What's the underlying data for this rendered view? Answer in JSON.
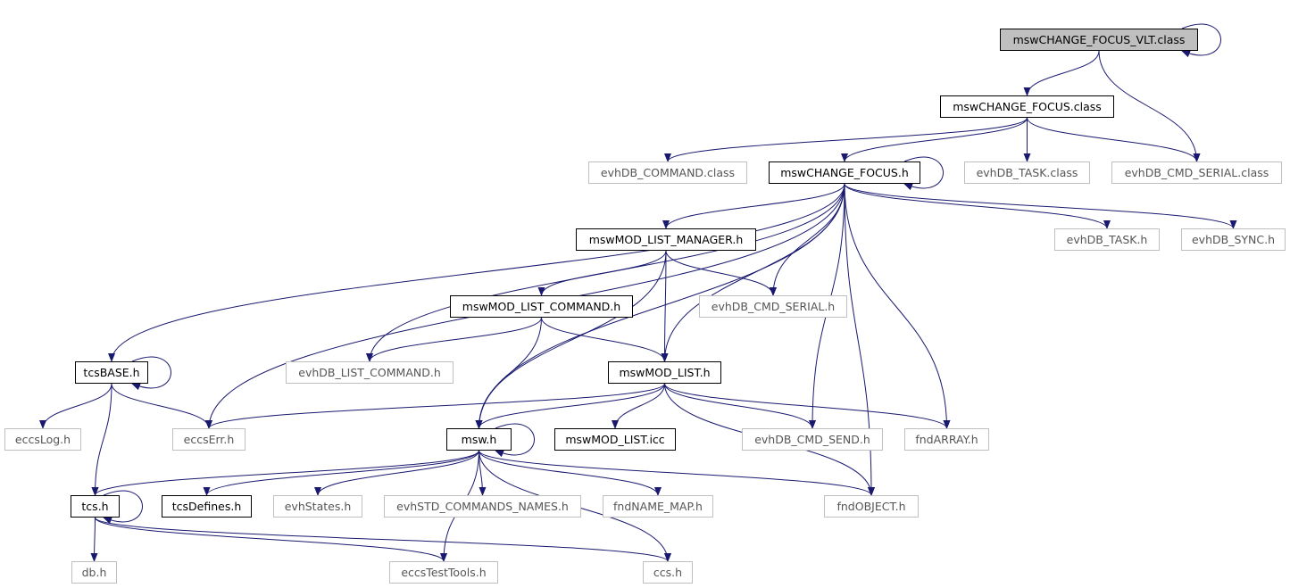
{
  "colors": {
    "edge": "#191970",
    "node_border": "#000000",
    "external_border": "#bfbfbf",
    "root_fill": "#bfbfbf"
  },
  "nodes": {
    "root": "mswCHANGE_FOCUS_VLT.class",
    "focus_class": "mswCHANGE_FOCUS.class",
    "evhdb_command_class": "evhDB_COMMAND.class",
    "focus_h": "mswCHANGE_FOCUS.h",
    "evhdb_task_class": "evhDB_TASK.class",
    "evhdb_cmd_serial_class": "evhDB_CMD_SERIAL.class",
    "list_manager_h": "mswMOD_LIST_MANAGER.h",
    "evhdb_task_h": "evhDB_TASK.h",
    "evhdb_sync_h": "evhDB_SYNC.h",
    "list_command_h": "mswMOD_LIST_COMMAND.h",
    "evhdb_cmd_serial_h": "evhDB_CMD_SERIAL.h",
    "tcsbase_h": "tcsBASE.h",
    "evhdb_list_command_h": "evhDB_LIST_COMMAND.h",
    "mod_list_h": "mswMOD_LIST.h",
    "eccslog_h": "eccsLog.h",
    "eccserr_h": "eccsErr.h",
    "msw_h": "msw.h",
    "mod_list_icc": "mswMOD_LIST.icc",
    "evhdb_cmd_send_h": "evhDB_CMD_SEND.h",
    "fndarray_h": "fndARRAY.h",
    "tcs_h": "tcs.h",
    "tcsdefines_h": "tcsDefines.h",
    "evhstates_h": "evhStates.h",
    "evhstd_names_h": "evhSTD_COMMANDS_NAMES.h",
    "fndname_map_h": "fndNAME_MAP.h",
    "fndobject_h": "fndOBJECT.h",
    "db_h": "db.h",
    "eccstesttools_h": "eccsTestTools.h",
    "ccs_h": "ccs.h"
  },
  "edges": [
    [
      "root",
      "root"
    ],
    [
      "root",
      "focus_class"
    ],
    [
      "root",
      "evhdb_cmd_serial_class"
    ],
    [
      "focus_class",
      "evhdb_command_class"
    ],
    [
      "focus_class",
      "focus_h"
    ],
    [
      "focus_class",
      "evhdb_task_class"
    ],
    [
      "focus_class",
      "evhdb_cmd_serial_class"
    ],
    [
      "focus_h",
      "focus_h"
    ],
    [
      "focus_h",
      "list_manager_h"
    ],
    [
      "focus_h",
      "evhdb_task_h"
    ],
    [
      "focus_h",
      "evhdb_sync_h"
    ],
    [
      "focus_h",
      "evhdb_cmd_serial_h"
    ],
    [
      "focus_h",
      "tcsbase_h"
    ],
    [
      "focus_h",
      "evhdb_list_command_h"
    ],
    [
      "focus_h",
      "eccserr_h"
    ],
    [
      "focus_h",
      "msw_h"
    ],
    [
      "focus_h",
      "mod_list_h"
    ],
    [
      "focus_h",
      "evhdb_cmd_send_h"
    ],
    [
      "focus_h",
      "fndarray_h"
    ],
    [
      "focus_h",
      "fndobject_h"
    ],
    [
      "list_manager_h",
      "list_command_h"
    ],
    [
      "list_manager_h",
      "evhdb_cmd_serial_h"
    ],
    [
      "list_manager_h",
      "mod_list_h"
    ],
    [
      "list_manager_h",
      "msw_h"
    ],
    [
      "list_command_h",
      "evhdb_list_command_h"
    ],
    [
      "list_command_h",
      "mod_list_h"
    ],
    [
      "list_command_h",
      "msw_h"
    ],
    [
      "tcsbase_h",
      "tcsbase_h"
    ],
    [
      "tcsbase_h",
      "eccslog_h"
    ],
    [
      "tcsbase_h",
      "eccserr_h"
    ],
    [
      "tcsbase_h",
      "tcs_h"
    ],
    [
      "mod_list_h",
      "eccserr_h"
    ],
    [
      "mod_list_h",
      "msw_h"
    ],
    [
      "mod_list_h",
      "mod_list_icc"
    ],
    [
      "mod_list_h",
      "evhdb_cmd_send_h"
    ],
    [
      "mod_list_h",
      "fndarray_h"
    ],
    [
      "mod_list_h",
      "fndobject_h"
    ],
    [
      "msw_h",
      "msw_h"
    ],
    [
      "msw_h",
      "tcs_h"
    ],
    [
      "msw_h",
      "tcsdefines_h"
    ],
    [
      "msw_h",
      "evhstates_h"
    ],
    [
      "msw_h",
      "evhstd_names_h"
    ],
    [
      "msw_h",
      "fndname_map_h"
    ],
    [
      "msw_h",
      "fndobject_h"
    ],
    [
      "msw_h",
      "eccstesttools_h"
    ],
    [
      "msw_h",
      "ccs_h"
    ],
    [
      "tcs_h",
      "tcs_h"
    ],
    [
      "tcs_h",
      "db_h"
    ],
    [
      "tcs_h",
      "eccstesttools_h"
    ],
    [
      "tcs_h",
      "ccs_h"
    ]
  ]
}
